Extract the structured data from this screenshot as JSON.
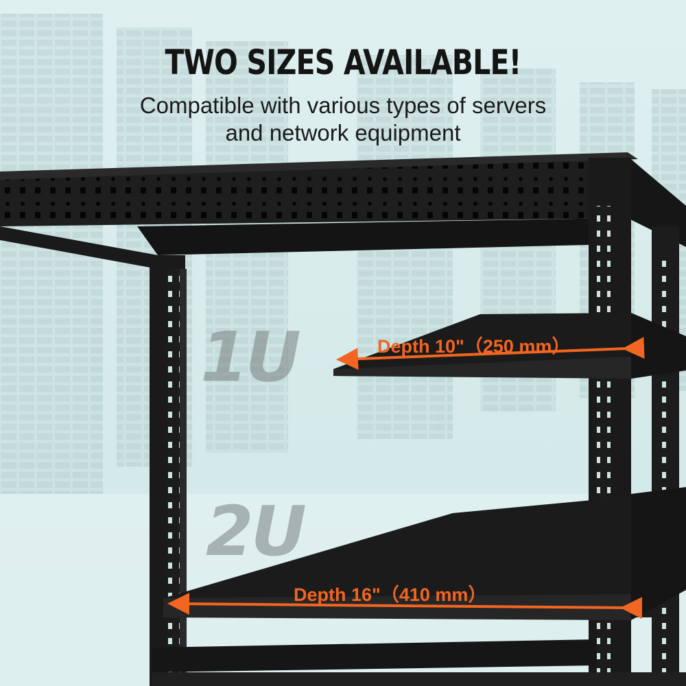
{
  "headline": "TWO SIZES AVAILABLE!",
  "subheadline_line1": "Compatible with various types of servers",
  "subheadline_line2": "and network equipment",
  "sizes": [
    {
      "label": "1U",
      "depth": "Depth 10\"（250 mm）"
    },
    {
      "label": "2U",
      "depth": "Depth 16\"（410 mm）"
    }
  ],
  "colors": {
    "background": "#d9ecec",
    "rack_frame": "#1c1c1c",
    "dimension_arrow": "#f26522",
    "size_watermark": "#7a8282"
  }
}
